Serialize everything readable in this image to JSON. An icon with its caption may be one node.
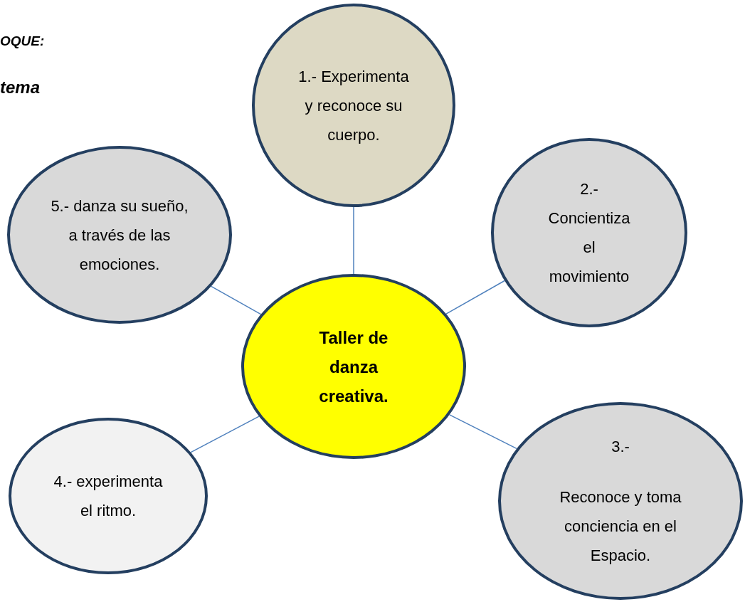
{
  "diagram": {
    "nodes": [
      {
        "text": [
          "Taller de danza creativa."
        ]
      },
      {
        "text": [
          "1.- Experimenta y reconoce su cuerpo."
        ]
      },
      {
        "text": [
          "2.- Concientiza el movimiento"
        ]
      },
      {
        "text": [
          "3.-",
          "Reconoce y toma conciencia en el Espacio."
        ]
      },
      {
        "text": [
          "4.- experimenta el ritmo."
        ]
      },
      {
        "text": [
          "5.- danza su sueño, a través de las emociones."
        ]
      }
    ],
    "edges": [
      {
        "from": 0,
        "to": 1,
        "arrow": "none"
      },
      {
        "from": 0,
        "to": 2,
        "arrow": "none"
      },
      {
        "from": 0,
        "to": 3,
        "arrow": "none"
      },
      {
        "from": 0,
        "to": 4,
        "arrow": "none"
      },
      {
        "from": 0,
        "to": 5,
        "arrow": "none"
      }
    ],
    "labels": [
      "OQUE:",
      "tema"
    ]
  }
}
